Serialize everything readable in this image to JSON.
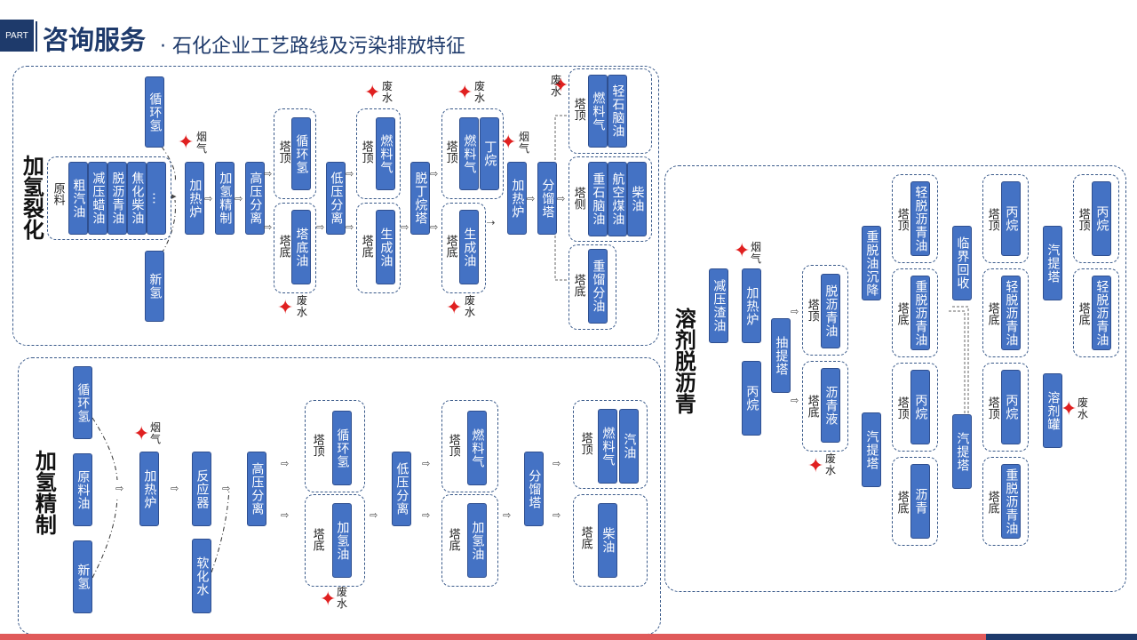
{
  "header": {
    "part_tag": "PART",
    "title": "咨询服务",
    "subtitle": "石化企业工艺路线及污染排放特征"
  },
  "sections": {
    "hydrocracking": "加氢裂化",
    "hydrofining": "加氢精制",
    "deasphalting": "溶剂脱沥青"
  },
  "labels": {
    "top": "塔顶",
    "bottom": "塔底",
    "side": "塔侧",
    "feed": "原料",
    "flue_gas": "烟气",
    "waste_water": "废水"
  },
  "hc": {
    "recycle_h2": "循环氢",
    "new_h2": "新氢",
    "feeds": [
      "粗汽油",
      "减压蜡油",
      "脱沥青油",
      "焦化柴油",
      "…"
    ],
    "heater1": "加热炉",
    "hydro_refine": "加氢精制",
    "hp_sep": "高压分离",
    "hp_top": "循环氢",
    "hp_bottom": "塔底油",
    "lp_sep": "低压分离",
    "lp_top": "燃料气",
    "lp_bottom": "生成油",
    "debutanizer": "脱丁烷塔",
    "db_top1": "燃料气",
    "db_top2": "丁烷",
    "db_bottom": "生成油",
    "heater2": "加热炉",
    "fractionator": "分馏塔",
    "fr_top1": "燃料气",
    "fr_top2": "轻石脑油",
    "fr_side1": "重石脑油",
    "fr_side2": "航空煤油",
    "fr_side3": "柴油",
    "fr_bottom": "重馏分油"
  },
  "hf": {
    "recycle_h2": "循环氢",
    "feed_oil": "原料油",
    "new_h2": "新氢",
    "heater": "加热炉",
    "reactor": "反应器",
    "soft_water": "软化水",
    "hp_sep": "高压分离",
    "hp_top": "循环氢",
    "hp_bottom": "加氢油",
    "lp_sep": "低压分离",
    "lp_top": "燃料气",
    "lp_bottom": "加氢油",
    "fractionator": "分馏塔",
    "fr_top1": "燃料气",
    "fr_top2": "汽油",
    "fr_bottom": "柴油"
  },
  "sd": {
    "vac_residue": "减压渣油",
    "heater": "加热炉",
    "propane": "丙烷",
    "extractor": "抽提塔",
    "ex_top": "脱沥青油",
    "ex_bottom": "沥青液",
    "settler": "重脱油沉降",
    "st_top": "轻脱沥青油",
    "st_bottom": "重脱沥青油",
    "critical": "临界回收",
    "cr_top": "丙烷",
    "cr_bottom": "轻脱沥青油",
    "stripper1": "汽提塔",
    "s1_top": "丙烷",
    "s1_bottom": "轻脱沥青油",
    "asph_stripper": "汽提塔",
    "as_top": "丙烷",
    "as_bottom": "沥青",
    "stripper2": "汽提塔",
    "s2_top": "丙烷",
    "s2_bottom": "重脱沥青油",
    "solvent_tank": "溶剂罐"
  }
}
